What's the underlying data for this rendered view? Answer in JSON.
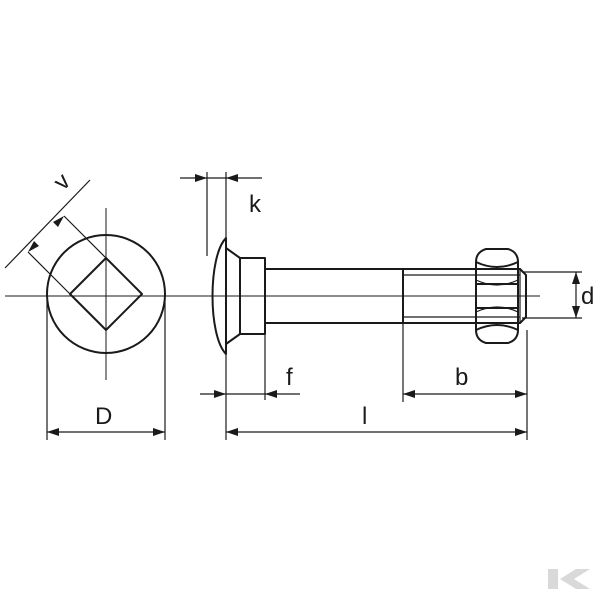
{
  "labels": {
    "v": "v",
    "k": "k",
    "d": "d",
    "f": "f",
    "b": "b",
    "D": "D",
    "l": "l"
  },
  "colors": {
    "line": "#1a1a1a",
    "background": "#ffffff",
    "watermark": "#d9d9d9"
  },
  "watermark": "K"
}
